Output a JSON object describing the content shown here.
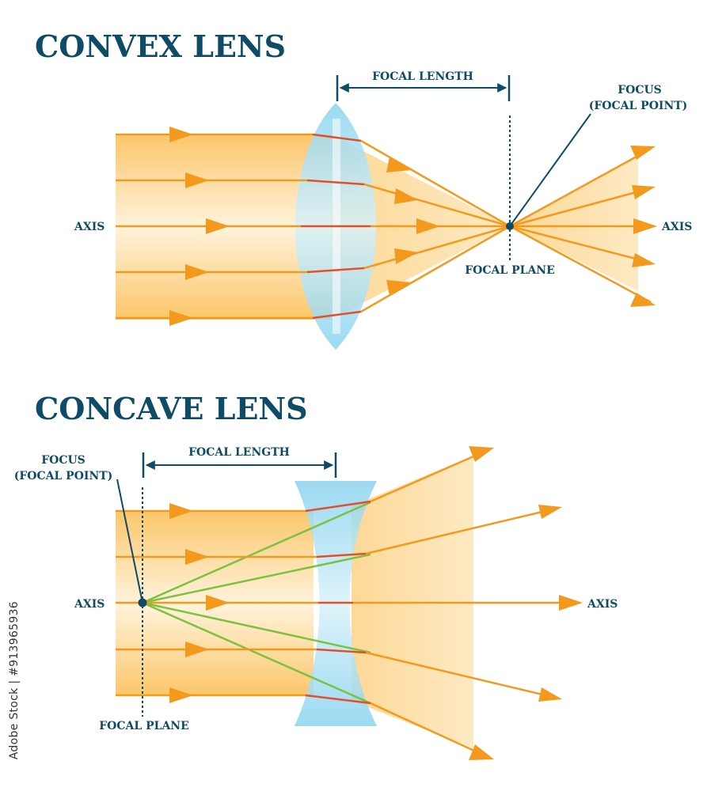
{
  "convex": {
    "title": "CONVEX LENS",
    "focal_length_label": "FOCAL LENGTH",
    "focus_label_line1": "FOCUS",
    "focus_label_line2": "(FOCAL POINT)",
    "axis_left": "AXIS",
    "axis_right": "AXIS",
    "focal_plane_label": "FOCAL PLANE"
  },
  "concave": {
    "title": "CONCAVE LENS",
    "focal_length_label": "FOCAL LENGTH",
    "focus_label_line1": "FOCUS",
    "focus_label_line2": "(FOCAL POINT)",
    "axis_left": "AXIS",
    "axis_right": "AXIS",
    "focal_plane_label": "FOCAL PLANE"
  },
  "stock_credit": "Adobe Stock | #913965936",
  "colors": {
    "title": "#0e4b66",
    "ray": "#f39a1e",
    "ray_in_lens": "#e2502a",
    "virtual_ray": "#7cc242",
    "lens": "#8fd0ec",
    "beam": "#fcd98a"
  }
}
